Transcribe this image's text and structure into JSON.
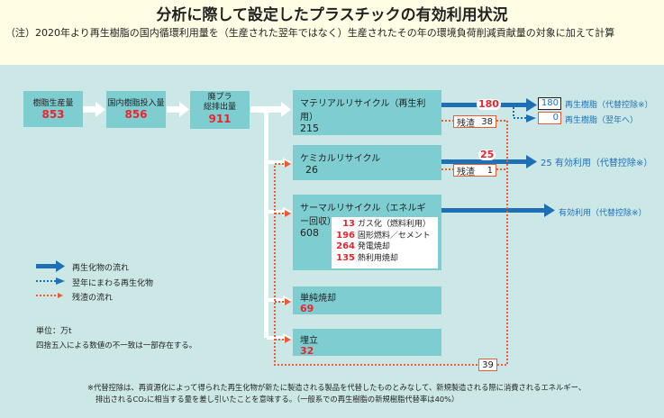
{
  "title": "分析に際して設定したプラスチックの有効利用状況",
  "note": "（注）2020年より再生樹脂の国内循環利用量を（生産された翌年ではなく）生産されたその年の環境負荷削減貢献量の対象に加えて計算",
  "flow": {
    "resin_production": {
      "label": "樹脂生産量",
      "value": "853"
    },
    "domestic_input": {
      "label": "国内樹脂投入量",
      "value": "856"
    },
    "waste_total": {
      "label1": "廃プラ",
      "label2": "総排出量",
      "value": "911"
    }
  },
  "treatments": {
    "material": {
      "label": "マテリアルリサイクル（再生利用）",
      "value": "215",
      "flow": "180",
      "residue_label": "残渣",
      "residue": "38"
    },
    "chemical": {
      "label": "ケミカルリサイクル",
      "value": "26",
      "flow": "25",
      "residue_label": "残渣",
      "residue": "1"
    },
    "thermal": {
      "label": "サーマルリサイクル（エネルギー回収）",
      "value": "608",
      "breakdown": [
        {
          "value": "13",
          "label": "ガス化（燃料利用）"
        },
        {
          "value": "196",
          "label": "固形燃料／セメント"
        },
        {
          "value": "264",
          "label": "発電焼却"
        },
        {
          "value": "135",
          "label": "熱利用焼却"
        }
      ]
    },
    "incineration": {
      "label": "単純焼却",
      "value": "69"
    },
    "landfill": {
      "label": "埋立",
      "value": "32"
    },
    "residue_total": "39"
  },
  "outputs": {
    "recycled_resin": {
      "value": "180",
      "label": "再生樹脂（代替控除※）"
    },
    "next_year": {
      "value": "0",
      "label": "再生樹脂（翌年へ）"
    },
    "chemical_use": "25 有効利用（代替控除※）",
    "thermal_use": "有効利用（代替控除※）"
  },
  "legend": [
    "再生化物の流れ",
    "翌年にまわる再生化物",
    "残渣の流れ"
  ],
  "unit": "単位：万t",
  "rounding": "四捨五入による数値の不一致は一部存在する。",
  "footnote1": "※代替控除は、再資源化によって得られた再生化物が新たに製造される製品を代替したものとみなして、新規製造される際に消費されるエネルギー、",
  "footnote2": "排出されるCO₂に相当する量を差し引いたことを意味する。（一般系での再生樹脂の新規樹脂代替率は40%）",
  "colors": {
    "box": "#7ecdd1",
    "panel": "#cbe8e6",
    "blue": "#1f6fb5",
    "orange": "#ee5a33",
    "red": "#e8262e"
  }
}
